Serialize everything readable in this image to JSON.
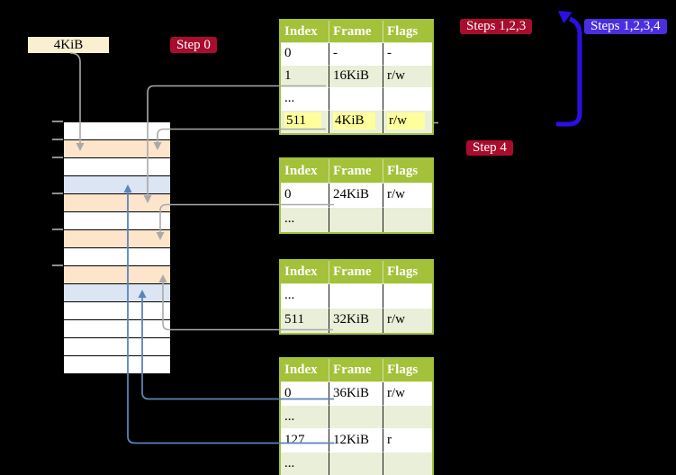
{
  "page_size_label": {
    "text": "4KiB"
  },
  "badges": {
    "step0": "Step 0",
    "steps123": "Steps 1,2,3",
    "steps1234": "Steps 1,2,3,4",
    "step4": "Step 4"
  },
  "tables": [
    {
      "name": "page-table-level4",
      "headers": [
        "Index",
        "Frame",
        "Flags"
      ],
      "rows": [
        {
          "cells": [
            "0",
            "-",
            "-"
          ],
          "shaded": false
        },
        {
          "cells": [
            "1",
            "16KiB",
            "r/w"
          ],
          "shaded": true
        },
        {
          "cells": [
            "...",
            "",
            ""
          ],
          "shaded": false
        },
        {
          "cells": [
            "511",
            "4KiB",
            "r/w"
          ],
          "shaded": true,
          "highlight": true
        }
      ]
    },
    {
      "name": "page-table-level3",
      "headers": [
        "Index",
        "Frame",
        "Flags"
      ],
      "rows": [
        {
          "cells": [
            "0",
            "24KiB",
            "r/w"
          ],
          "shaded": false
        },
        {
          "cells": [
            "...",
            "",
            ""
          ],
          "shaded": true
        }
      ]
    },
    {
      "name": "page-table-level2",
      "headers": [
        "Index",
        "Frame",
        "Flags"
      ],
      "rows": [
        {
          "cells": [
            "...",
            "",
            ""
          ],
          "shaded": false
        },
        {
          "cells": [
            "511",
            "32KiB",
            "r/w"
          ],
          "shaded": true
        }
      ]
    },
    {
      "name": "page-table-level1",
      "headers": [
        "Index",
        "Frame",
        "Flags"
      ],
      "rows": [
        {
          "cells": [
            "0",
            "36KiB",
            "r/w"
          ],
          "shaded": false
        },
        {
          "cells": [
            "...",
            "",
            ""
          ],
          "shaded": true
        },
        {
          "cells": [
            "127",
            "12KiB",
            "r"
          ],
          "shaded": false
        },
        {
          "cells": [
            "...",
            "",
            ""
          ],
          "shaded": true
        }
      ]
    }
  ],
  "memory_strip": {
    "rows": [
      "free",
      "table",
      "free",
      "page",
      "table",
      "free",
      "table",
      "free",
      "table",
      "page",
      "free",
      "free",
      "free",
      "free"
    ]
  },
  "colors": {
    "badge_red": "#a90c2d",
    "badge_blue": "#4b2ee0",
    "arrow_blue": "#2b10e6",
    "link_blue": "#5b84b8",
    "link_gray": "#a9a9a9",
    "table_green": "#a3c139",
    "row_green": "#e9efd9",
    "highlight_yellow": "#feff9c",
    "frame_peach": "#fce5cb",
    "page_blue": "#dbe5f3",
    "label_cream": "#faf0d1"
  }
}
